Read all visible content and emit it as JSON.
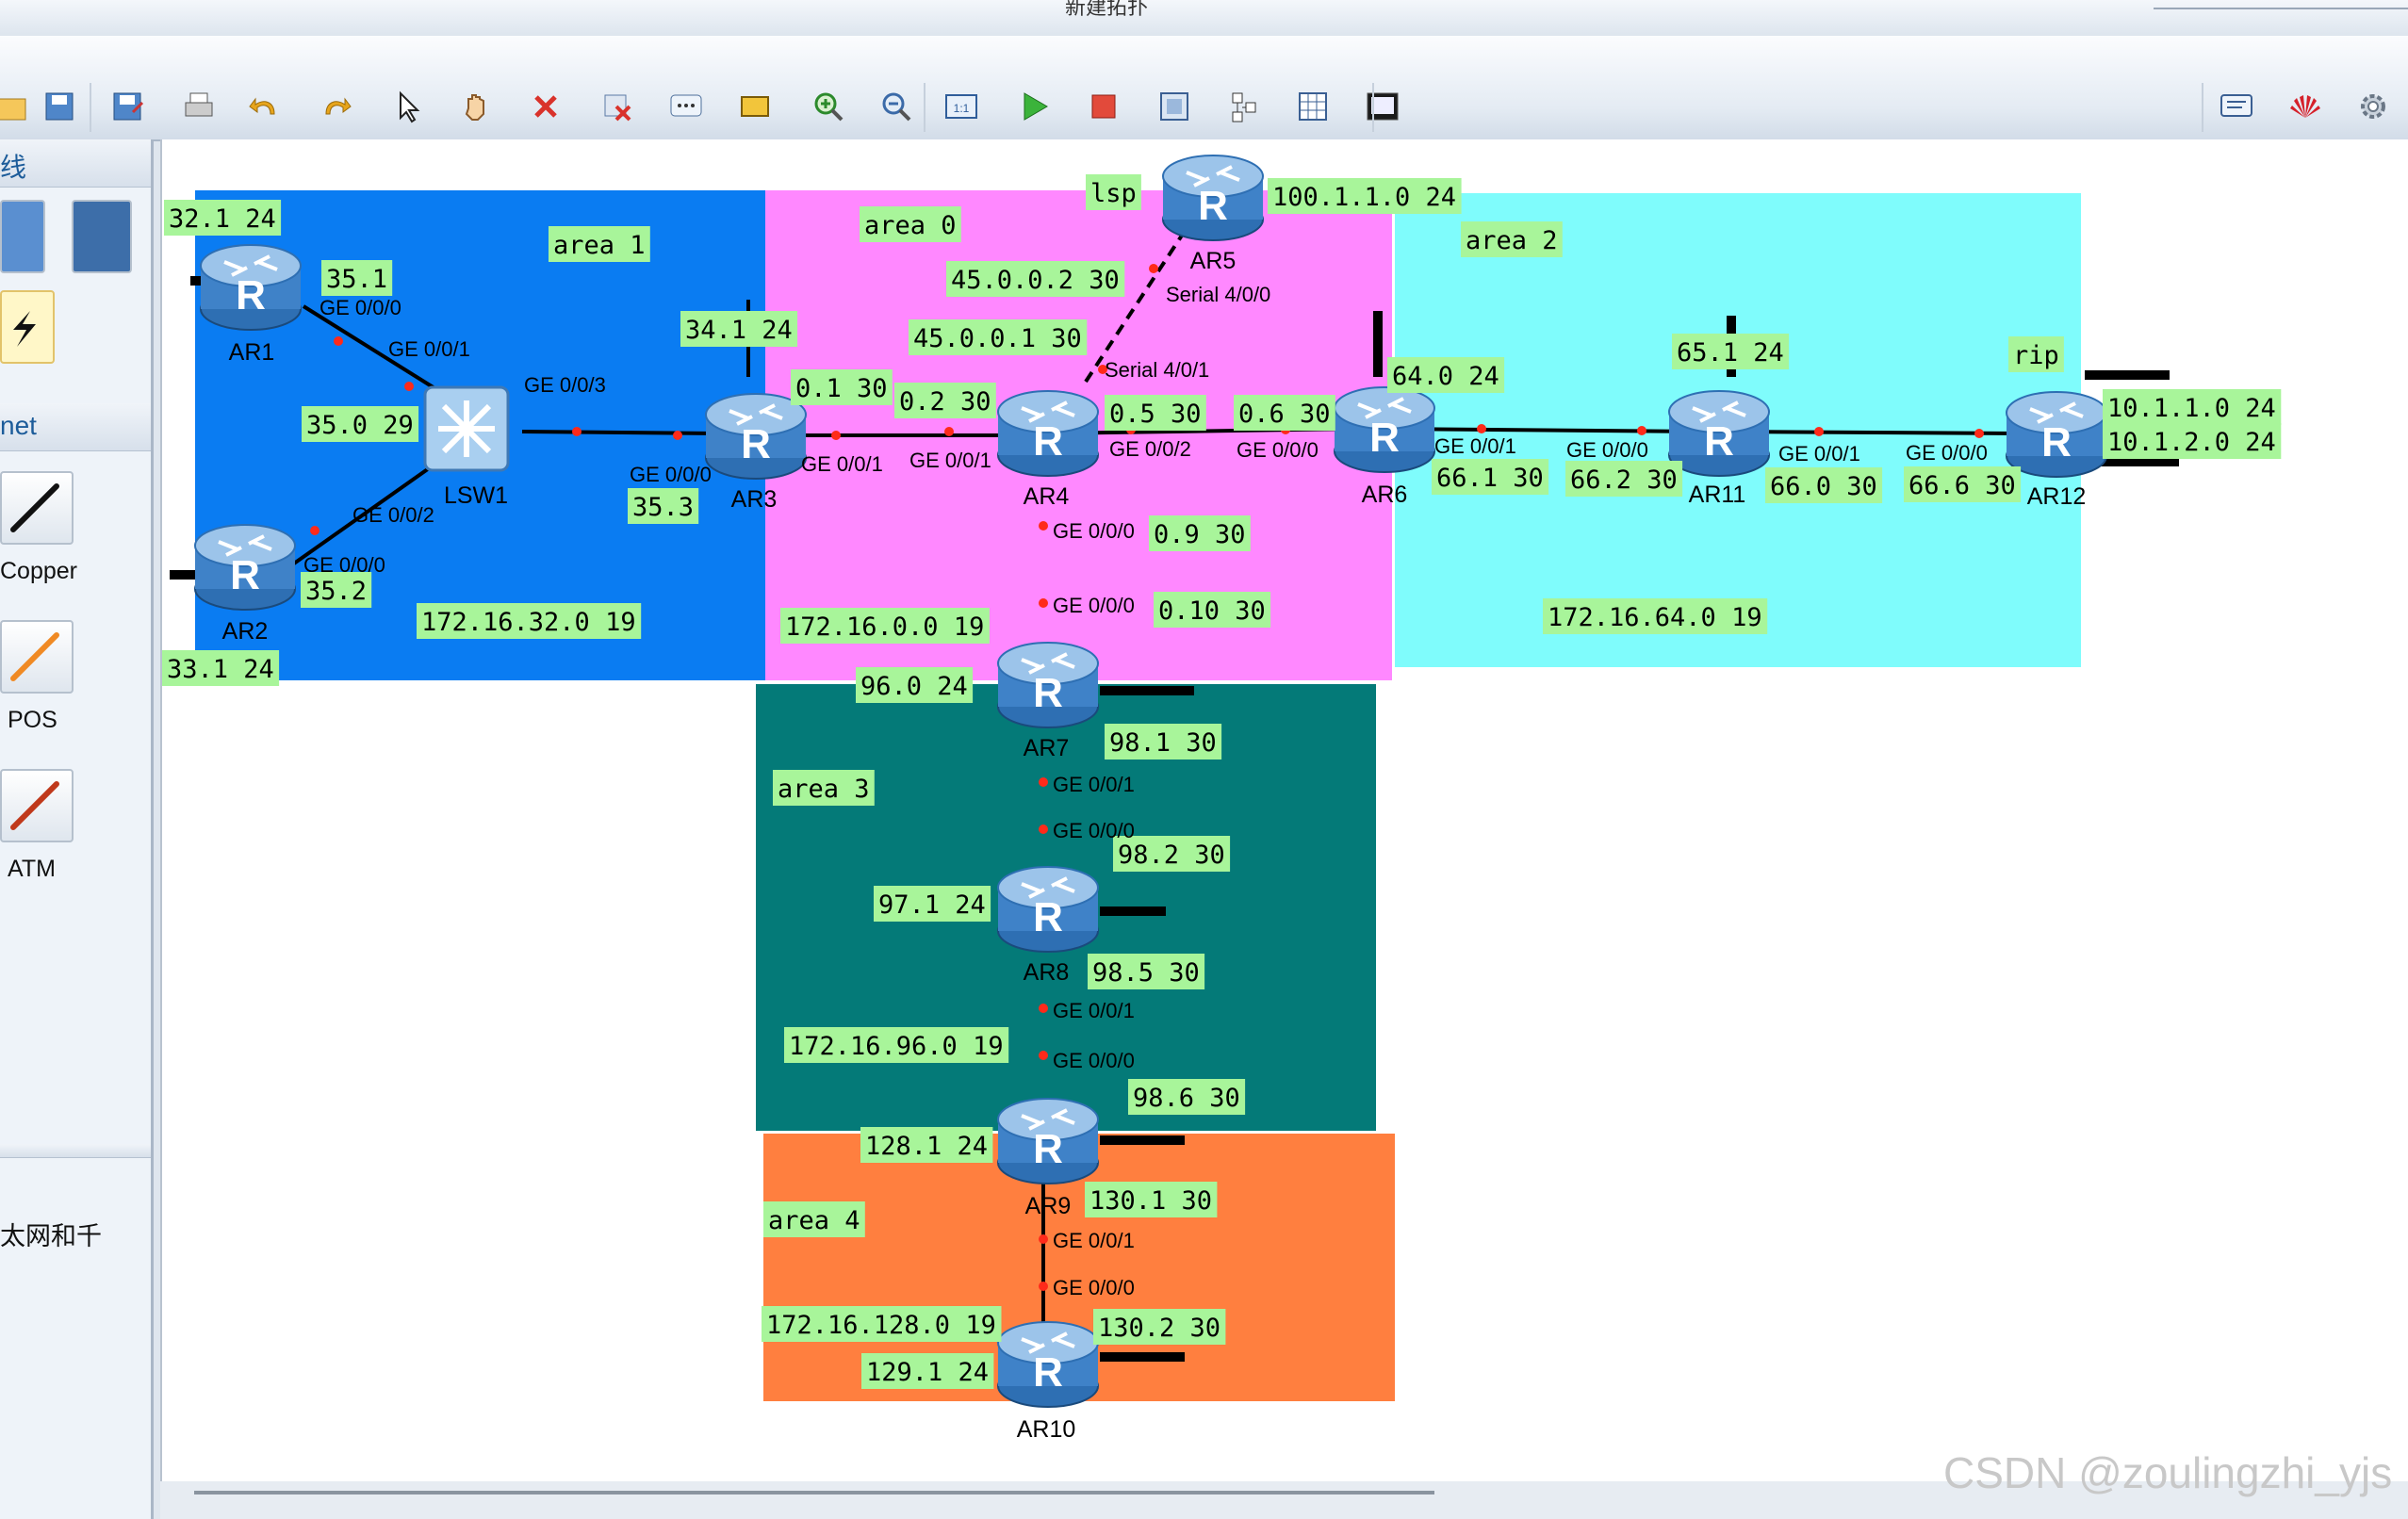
{
  "window": {
    "title": "新建拓扑"
  },
  "toolbar": {
    "buttons": [
      {
        "name": "open-icon",
        "glyph": "open"
      },
      {
        "name": "save-icon",
        "glyph": "save"
      },
      {
        "name": "save-as-icon",
        "glyph": "saveas"
      },
      {
        "name": "print-icon",
        "glyph": "print"
      },
      {
        "name": "undo-icon",
        "glyph": "undo"
      },
      {
        "name": "redo-icon",
        "glyph": "redo"
      },
      {
        "name": "select-icon",
        "glyph": "pointer"
      },
      {
        "name": "hand-icon",
        "glyph": "hand"
      },
      {
        "name": "delete-icon",
        "glyph": "delete"
      },
      {
        "name": "delete-link-icon",
        "glyph": "dellink"
      },
      {
        "name": "text-note-icon",
        "glyph": "note"
      },
      {
        "name": "rectangle-icon",
        "glyph": "rect"
      },
      {
        "name": "zoom-in-icon",
        "glyph": "zoomin"
      },
      {
        "name": "zoom-out-icon",
        "glyph": "zoomout"
      },
      {
        "name": "fit-icon",
        "glyph": "fit"
      },
      {
        "name": "start-icon",
        "glyph": "play"
      },
      {
        "name": "stop-icon",
        "glyph": "stop"
      },
      {
        "name": "capture-icon",
        "glyph": "capture"
      },
      {
        "name": "topology-icon",
        "glyph": "topo"
      },
      {
        "name": "grid-icon",
        "glyph": "grid"
      },
      {
        "name": "console-icon",
        "glyph": "console"
      }
    ],
    "right_buttons": [
      {
        "name": "chat-icon",
        "glyph": "chat"
      },
      {
        "name": "huawei-logo-icon",
        "glyph": "huawei"
      },
      {
        "name": "settings-icon",
        "glyph": "gear"
      }
    ]
  },
  "sidebar": {
    "section1_title": "线",
    "section2_title": "net",
    "cables": [
      {
        "label": "Copper",
        "color": "#111111"
      },
      {
        "label": "POS",
        "color": "#f08a24"
      },
      {
        "label": "ATM",
        "color": "#c0391b"
      }
    ],
    "bottom_text": "太网和千"
  },
  "diagram": {
    "areas": [
      {
        "name": "area-1",
        "color": "#0a7cf2"
      },
      {
        "name": "area-0",
        "color": "#ff88ff"
      },
      {
        "name": "area-2",
        "color": "#7ffcfc"
      },
      {
        "name": "area-3",
        "color": "#047a78"
      },
      {
        "name": "area-4",
        "color": "#ff7f3f"
      }
    ],
    "devices": {
      "AR1": "AR1",
      "AR2": "AR2",
      "LSW1": "LSW1",
      "AR3": "AR3",
      "AR4": "AR4",
      "AR5": "AR5",
      "AR6": "AR6",
      "AR7": "AR7",
      "AR8": "AR8",
      "AR9": "AR9",
      "AR10": "AR10",
      "AR11": "AR11",
      "AR12": "AR12"
    },
    "labels": {
      "l_32_1": "32.1 24",
      "l_35_1": "35.1",
      "l_area1": "area 1",
      "l_35_0": "35.0 29",
      "l_35_2": "35.2",
      "l_33_1": "33.1 24",
      "l_172_32": "172.16.32.0 19",
      "l_34_1": "34.1 24",
      "l_35_3": "35.3",
      "l_area0": "area 0",
      "l_lsp": "lsp",
      "l_100_1": "100.1.1.0 24",
      "l_45_2": "45.0.0.2 30",
      "l_45_1": "45.0.0.1 30",
      "l_0_1": "0.1 30",
      "l_0_2": "0.2 30",
      "l_0_5": "0.5 30",
      "l_0_6": "0.6 30",
      "l_0_9": "0.9 30",
      "l_0_10": "0.10 30",
      "l_172_0": "172.16.0.0 19",
      "l_area2": "area 2",
      "l_64_0": "64.0 24",
      "l_65_1": "65.1 24",
      "l_rip": "rip",
      "l_10_1": "10.1.1.0 24",
      "l_10_2": "10.1.2.0 24",
      "l_66_1": "66.1 30",
      "l_66_2": "66.2 30",
      "l_66_0": "66.0 30",
      "l_66_6": "66.6 30",
      "l_172_64": "172.16.64.0 19",
      "l_96_0": "96.0 24",
      "l_98_1": "98.1 30",
      "l_area3": "area 3",
      "l_98_2": "98.2 30",
      "l_97_1": "97.1 24",
      "l_98_5": "98.5 30",
      "l_172_96": "172.16.96.0 19",
      "l_98_6": "98.6 30",
      "l_128_1": "128.1 24",
      "l_130_1": "130.1 30",
      "l_area4": "area 4",
      "l_172_128": "172.16.128.0 19",
      "l_130_2": "130.2 30",
      "l_129_1": "129.1 24"
    },
    "ports": {
      "p1": "GE 0/0/0",
      "p2": "GE 0/0/1",
      "p3": "GE 0/0/3",
      "p4": "GE 0/0/2",
      "p5": "GE 0/0/0",
      "p6": "GE 0/0/0",
      "p7": "GE 0/0/1",
      "p8": "GE 0/0/1",
      "p9": "Serial 4/0/0",
      "p10": "Serial 4/0/1",
      "p11": "GE 0/0/2",
      "p12": "GE 0/0/0",
      "p13": "GE 0/0/1",
      "p14": "GE 0/0/0",
      "p15": "GE 0/0/1",
      "p16": "GE 0/0/0",
      "p17": "GE 0/0/0",
      "p18": "GE 0/0/0",
      "p19": "GE 0/0/1",
      "p20": "GE 0/0/0",
      "p21": "GE 0/0/1",
      "p22": "GE 0/0/0",
      "p23": "GE 0/0/1",
      "p24": "GE 0/0/0"
    }
  },
  "watermark": "CSDN @zoulingzhi_yjs"
}
